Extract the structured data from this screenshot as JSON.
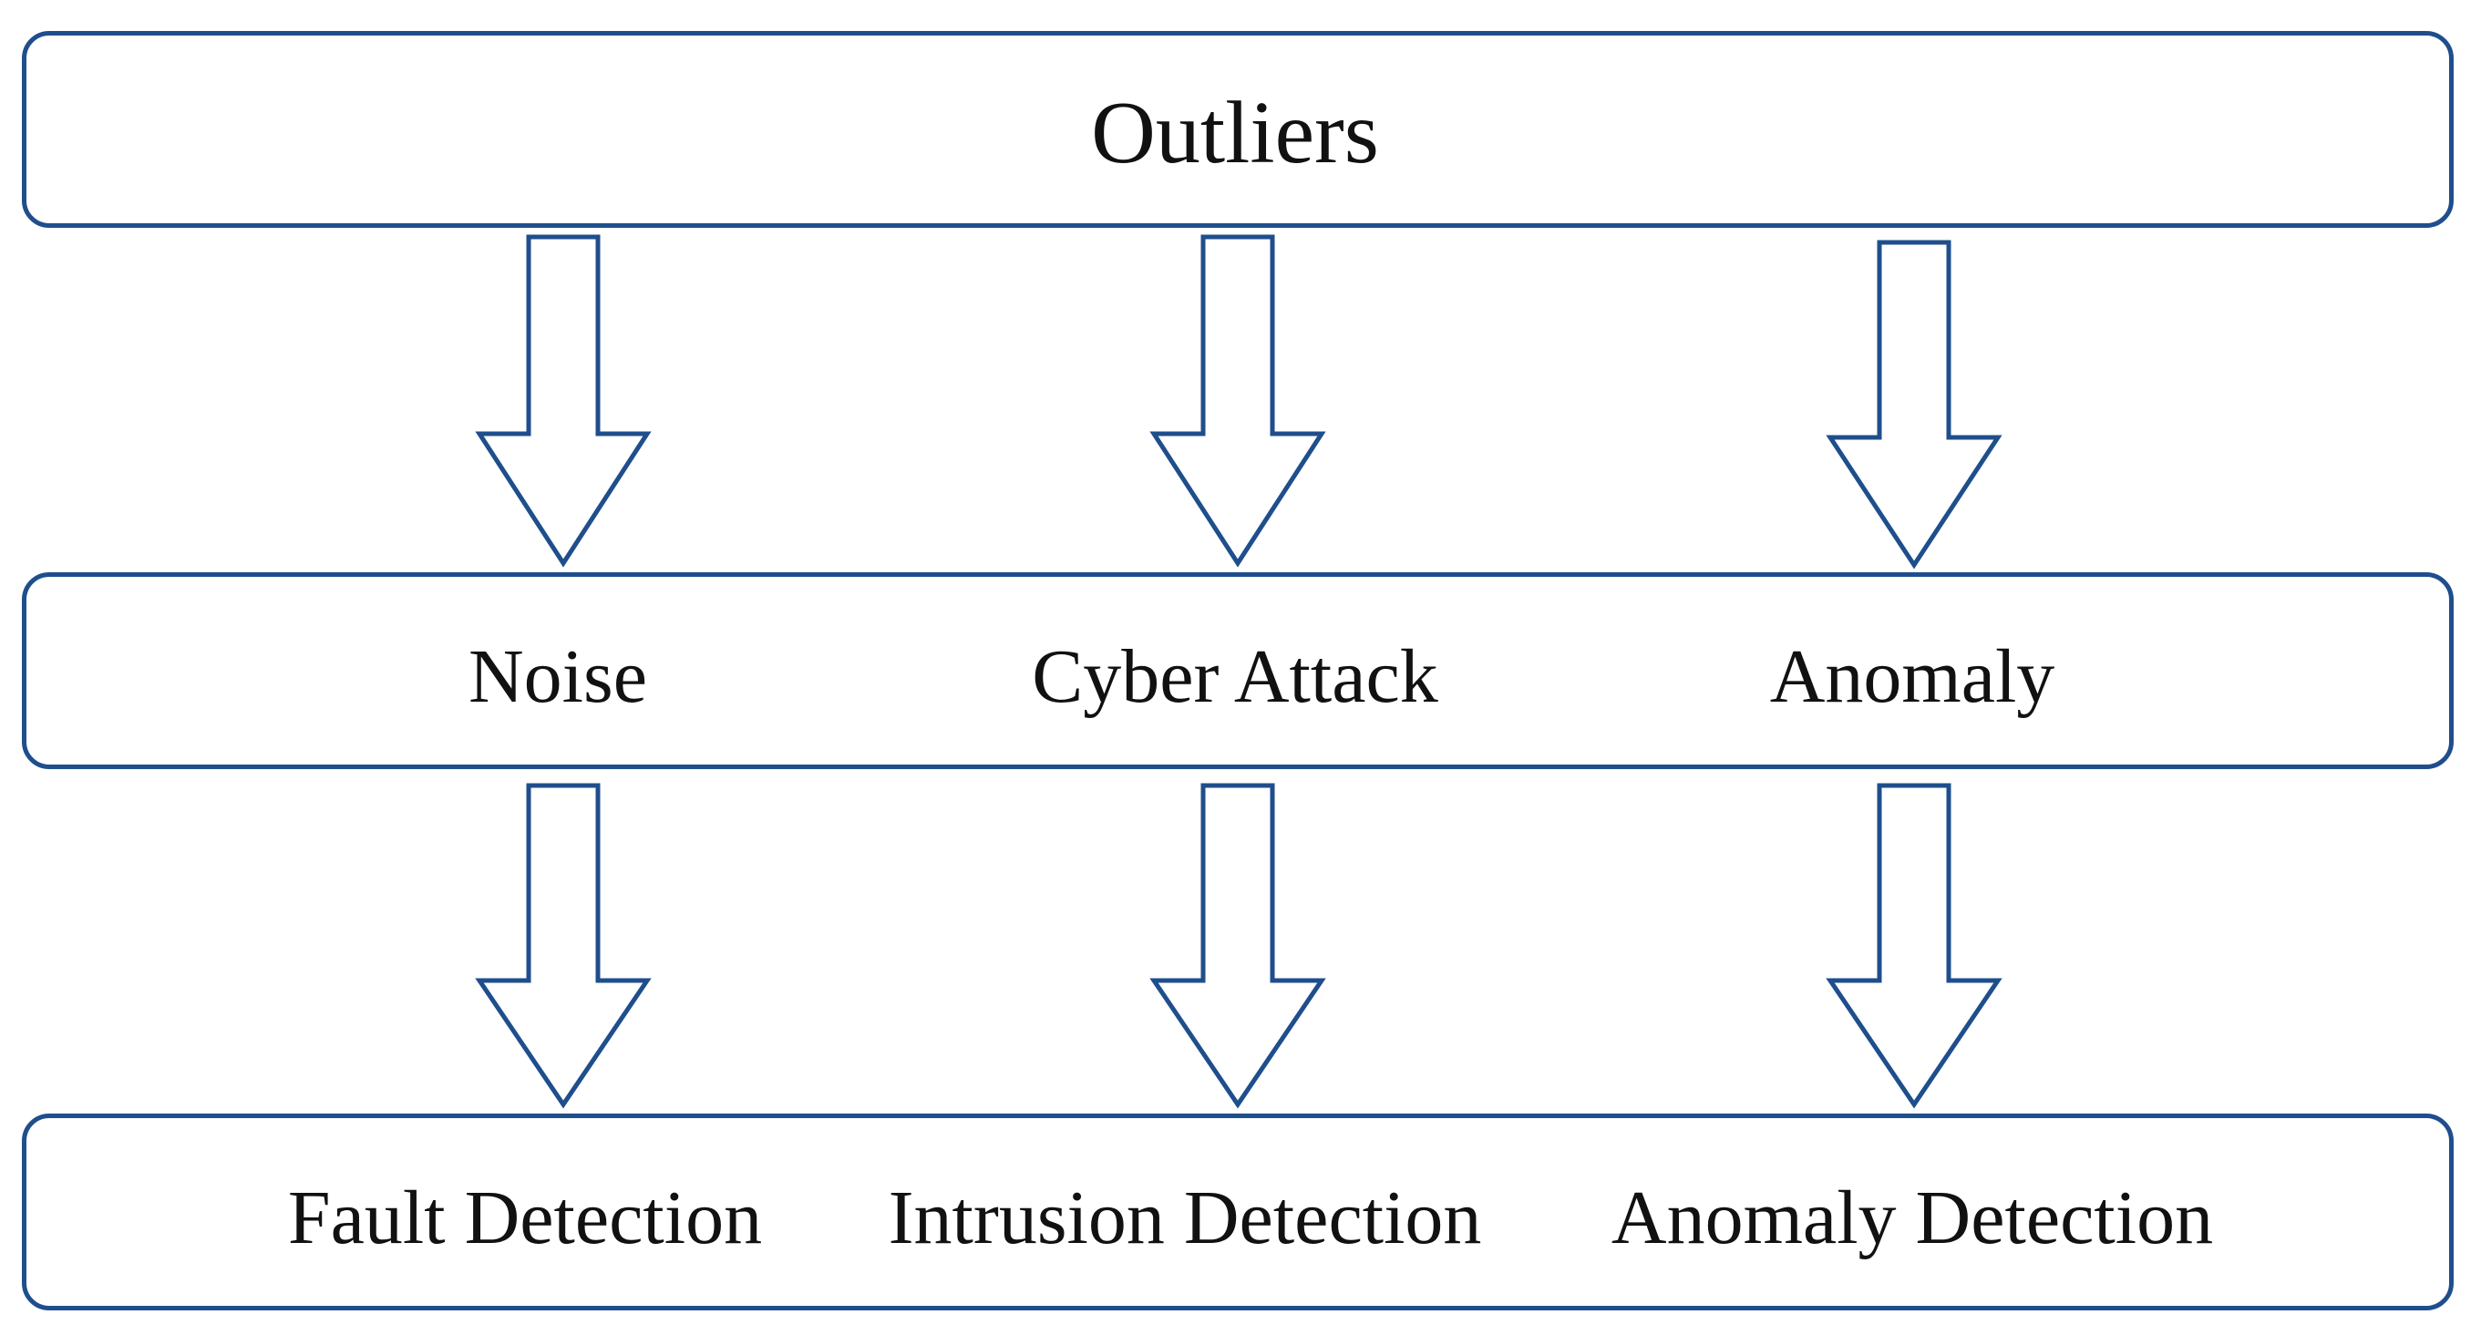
{
  "top": {
    "label": "Outliers"
  },
  "middle": {
    "labels": [
      "Noise",
      "Cyber Attack",
      "Anomaly"
    ]
  },
  "bottom": {
    "labels": [
      "Fault Detection",
      "Intrusion Detection",
      "Anomaly Detection"
    ]
  },
  "colors": {
    "stroke": "#1f4e8c",
    "text": "#111111",
    "background": "#ffffff"
  }
}
